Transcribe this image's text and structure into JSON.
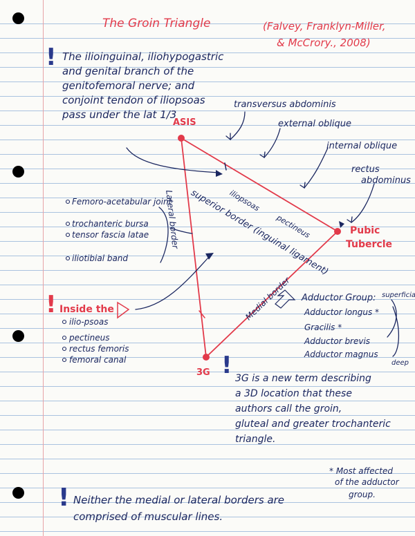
{
  "title": "The Groin Triangle",
  "citation": [
    "(Falvey, Franklyn-Miller,",
    "& McCrory., 2008)"
  ],
  "intro_note": [
    "The ilioinguinal, iliohypogastric",
    "and genital branch of the",
    "genitofemoral nerve; and",
    "conjoint tendon of iliopsoas",
    "pass under the lat 1/3"
  ],
  "vertices": {
    "asis": "ASIS",
    "pubic_tubercle": [
      "Pubic",
      "Tubercle"
    ],
    "three_g": "3G"
  },
  "borders": {
    "superior": "superior border (inguinal ligament)",
    "lateral": "Lateral border",
    "medial": "Medial border"
  },
  "muscle_labels": {
    "transversus": "transversus abdominis",
    "external_oblique": "external oblique",
    "internal_oblique": "internal oblique",
    "rectus": [
      "rectus",
      "abdominus"
    ]
  },
  "inner_labels": {
    "iliopsoas": "iliopsoas",
    "pectineus": "pectineus"
  },
  "lateral_structures": [
    "Femoro-acetabular joint",
    "trochanteric bursa",
    "tensor fascia latae",
    "iliotibial band"
  ],
  "inside": {
    "heading": "Inside the",
    "items": [
      "ilio-psoas",
      "pectineus",
      "rectus femoris",
      "femoral canal"
    ]
  },
  "adductor_group": {
    "heading": "Adductor Group:",
    "items": [
      "Adductor longus *",
      "Gracilis *",
      "Adductor brevis",
      "Adductor magnus"
    ],
    "superficial": "superficial",
    "deep": "deep"
  },
  "three_g_note": [
    "3G is a new term describing",
    "a 3D location that these",
    "authors call the groin,",
    "gluteal and greater trochanteric",
    "triangle."
  ],
  "most_affected": [
    "* Most affected",
    "of the adductor",
    "group."
  ],
  "bottom_note": [
    "Neither the medial or lateral borders are",
    "comprised of muscular lines."
  ],
  "colors": {
    "ink_blue": "#1b2760",
    "ink_red": "#e23a4a",
    "rule_line": "#a9c2df",
    "margin_line": "#e6a2a6"
  },
  "icons": {
    "bang": "exclamation-mark-icon",
    "triangle": "triangle-symbol-icon",
    "bullet": "circle-bullet-icon"
  }
}
